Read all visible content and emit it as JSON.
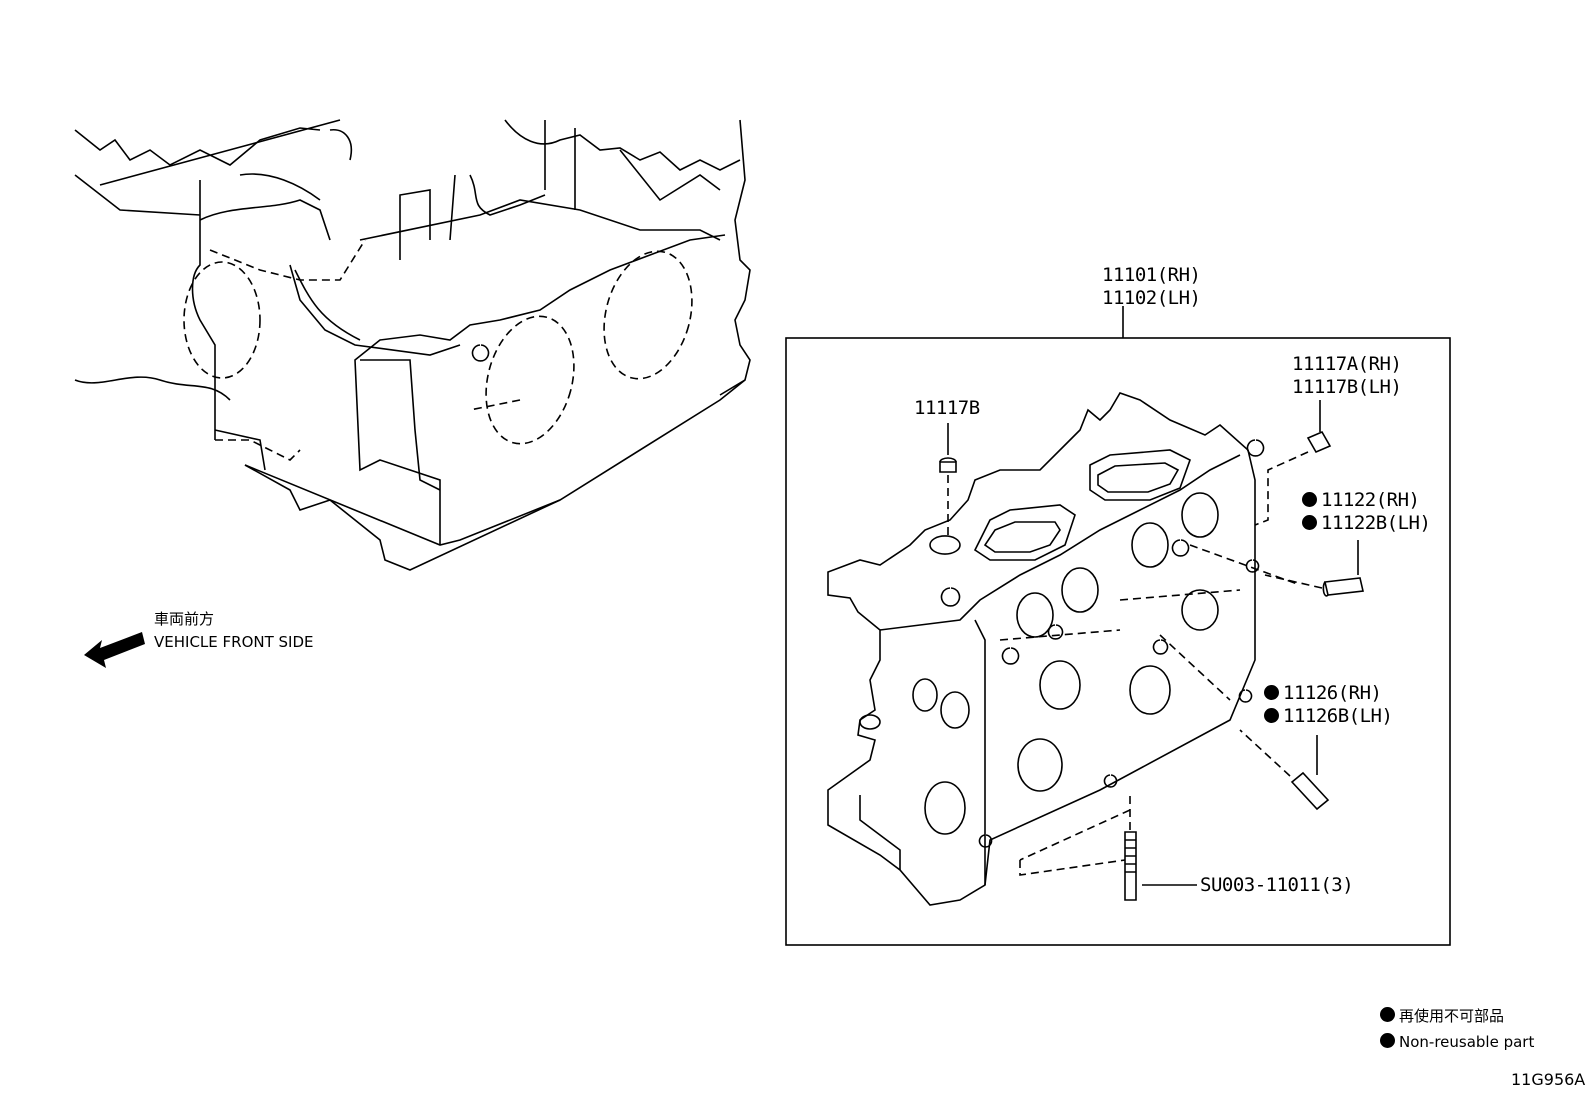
{
  "parts": {
    "head_rh": "11101(RH)",
    "head_lh": "11102(LH)",
    "plug_b": "11117B",
    "plug_a_rh": "11117A(RH)",
    "plug_b_lh": "11117B(LH)",
    "pin_rh": "11122(RH)",
    "pin_lh": "11122B(LH)",
    "pin2_rh": "11126(RH)",
    "pin2_lh": "11126B(LH)",
    "stud": "SU003-11011(3)"
  },
  "direction": {
    "jp": "車両前方",
    "en": "VEHICLE FRONT SIDE"
  },
  "legend": {
    "jp": "再使用不可部品",
    "en": "Non-reusable part"
  },
  "illustration_code": "11G956A"
}
